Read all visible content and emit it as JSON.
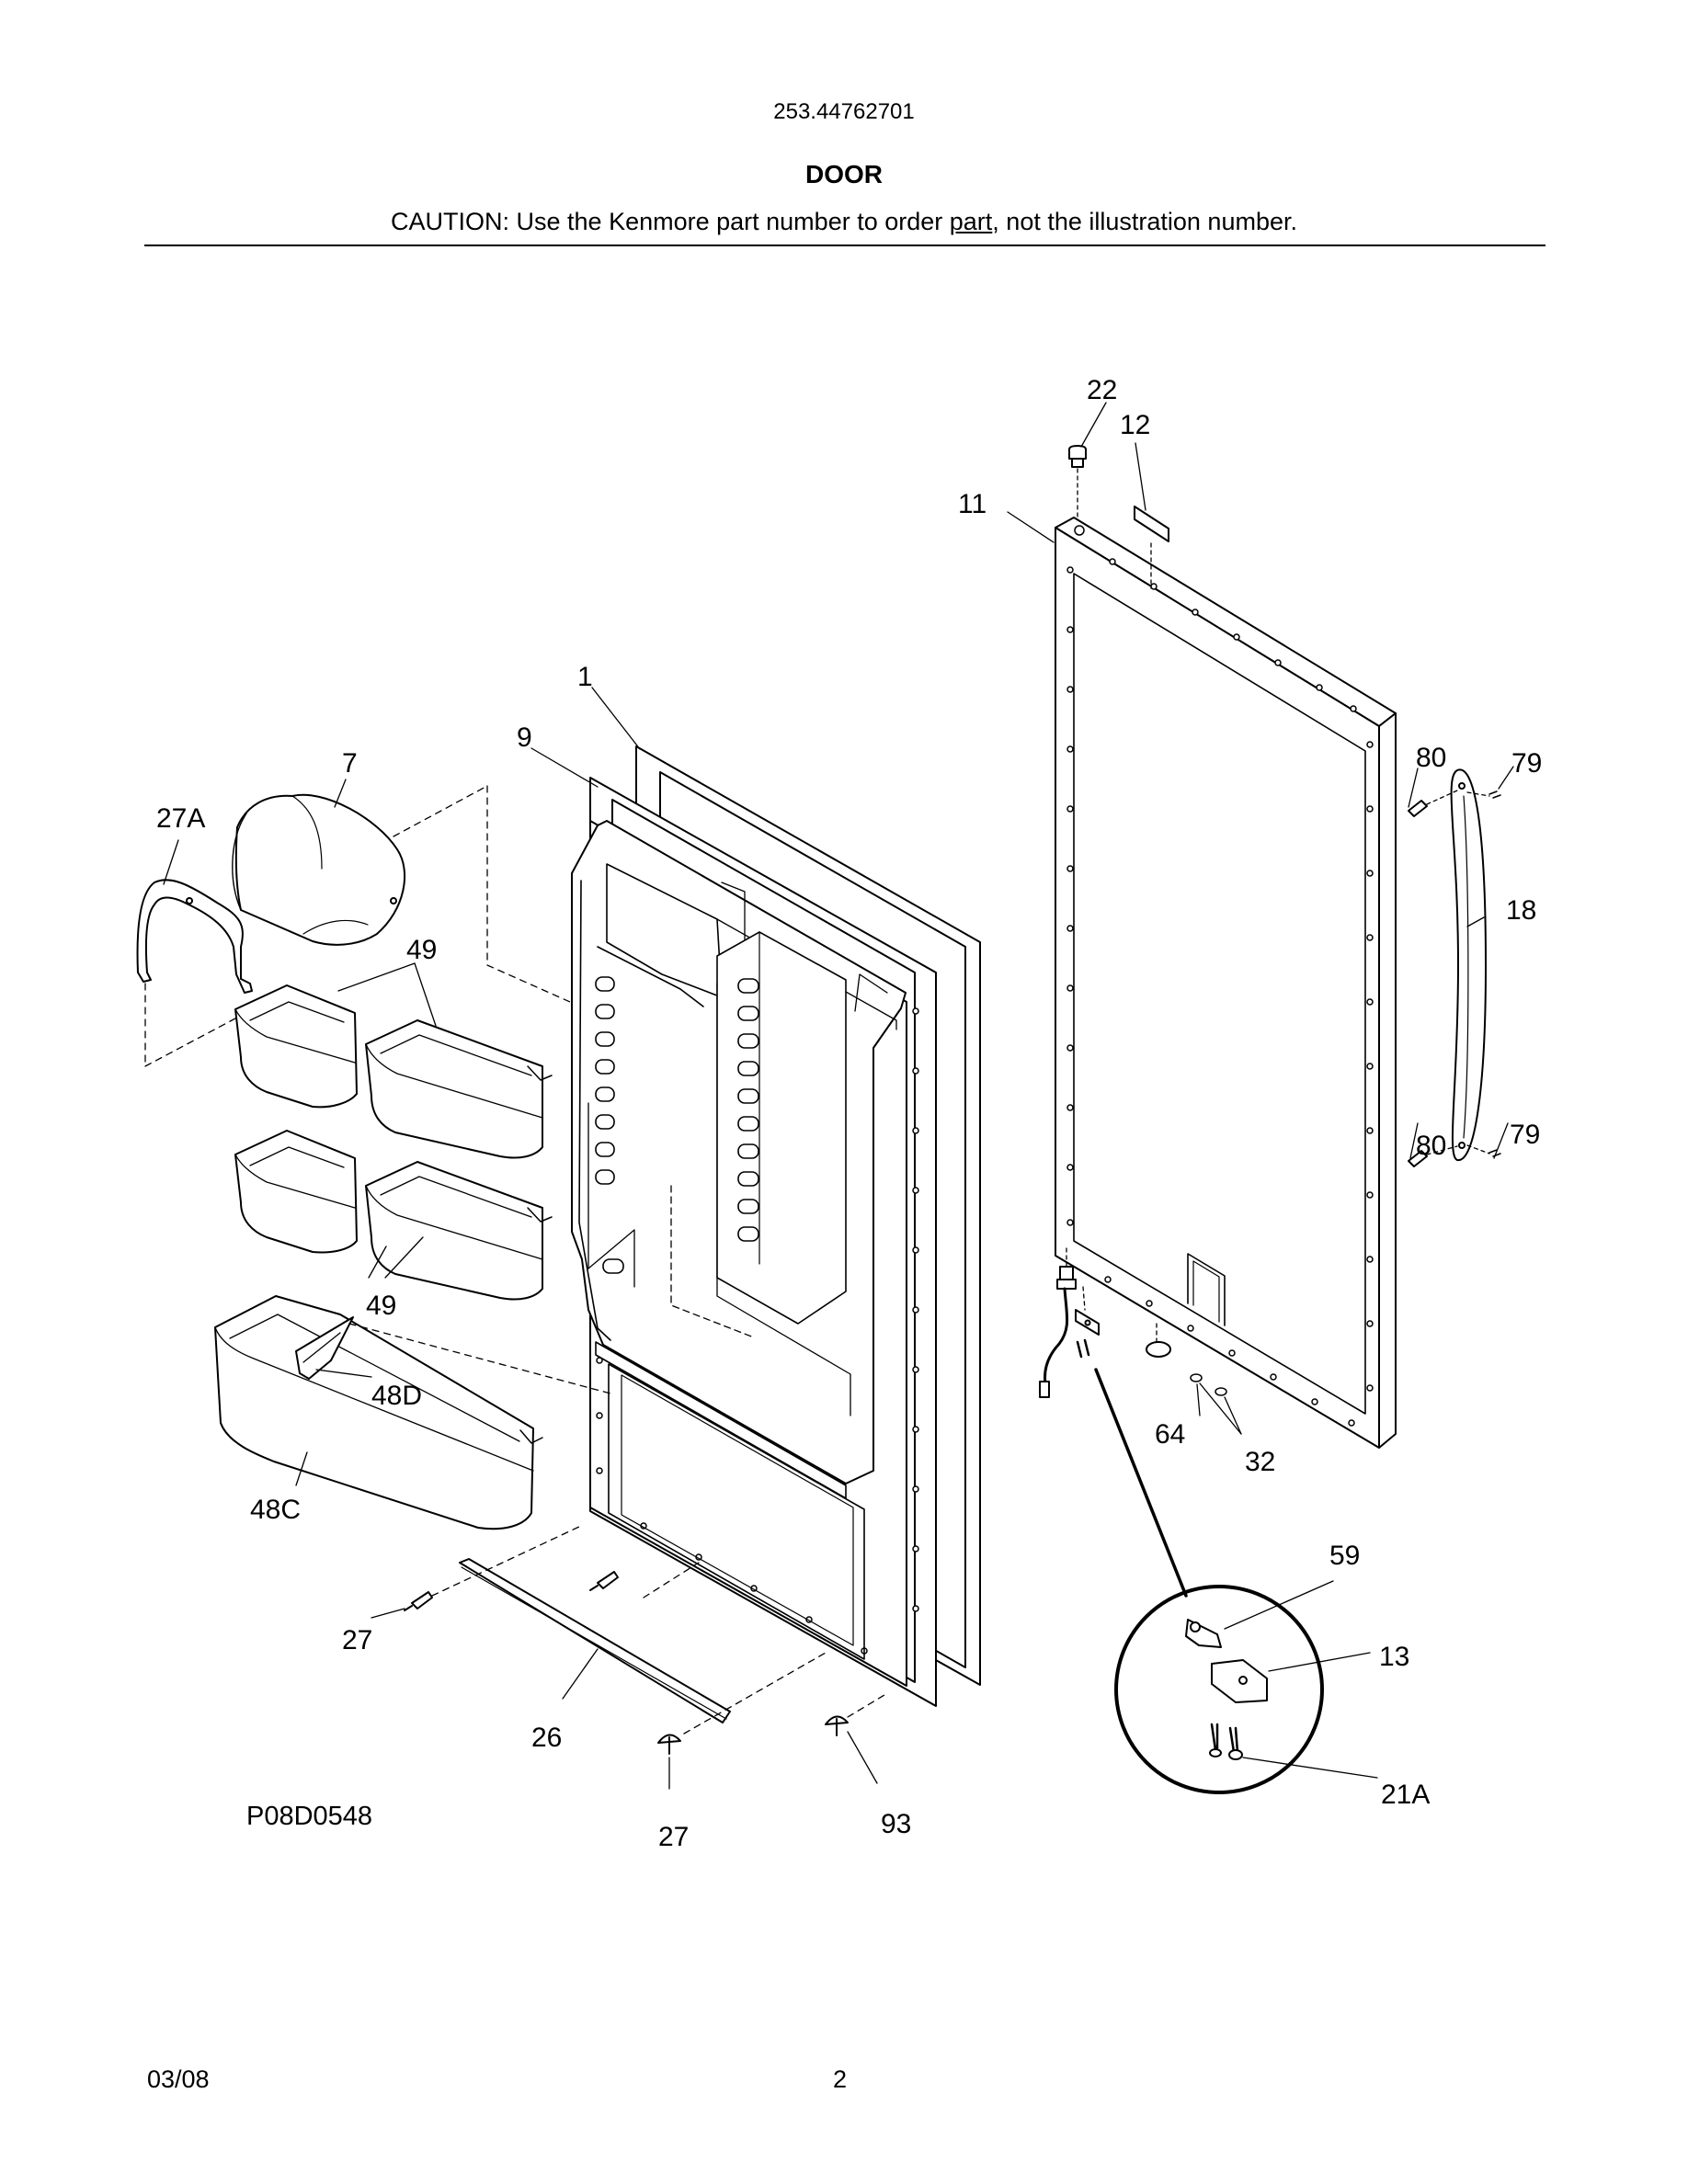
{
  "header": {
    "model_number": "253.44762701",
    "section_title": "DOOR",
    "caution_prefix": "CAUTION: Use the Kenmore part number to order ",
    "caution_underlined": "part",
    "caution_suffix": ", not the illustration number."
  },
  "figure_id": "P08D0548",
  "callouts": [
    {
      "key": "c22",
      "text": "22"
    },
    {
      "key": "c12",
      "text": "12"
    },
    {
      "key": "c11",
      "text": "11"
    },
    {
      "key": "c1",
      "text": "1"
    },
    {
      "key": "c9",
      "text": "9"
    },
    {
      "key": "c7",
      "text": "7"
    },
    {
      "key": "c27a",
      "text": "27A"
    },
    {
      "key": "c80a",
      "text": "80"
    },
    {
      "key": "c79a",
      "text": "79"
    },
    {
      "key": "c18",
      "text": "18"
    },
    {
      "key": "c49a",
      "text": "49"
    },
    {
      "key": "c80b",
      "text": "80"
    },
    {
      "key": "c79b",
      "text": "79"
    },
    {
      "key": "c49b",
      "text": "49"
    },
    {
      "key": "c48d",
      "text": "48D"
    },
    {
      "key": "c64",
      "text": "64"
    },
    {
      "key": "c32",
      "text": "32"
    },
    {
      "key": "c48c",
      "text": "48C"
    },
    {
      "key": "c59",
      "text": "59"
    },
    {
      "key": "c13",
      "text": "13"
    },
    {
      "key": "c27b",
      "text": "27"
    },
    {
      "key": "c26",
      "text": "26"
    },
    {
      "key": "c21a",
      "text": "21A"
    },
    {
      "key": "c27c",
      "text": "27"
    },
    {
      "key": "c93",
      "text": "93"
    }
  ],
  "footer": {
    "date": "03/08",
    "page_number": "2"
  }
}
